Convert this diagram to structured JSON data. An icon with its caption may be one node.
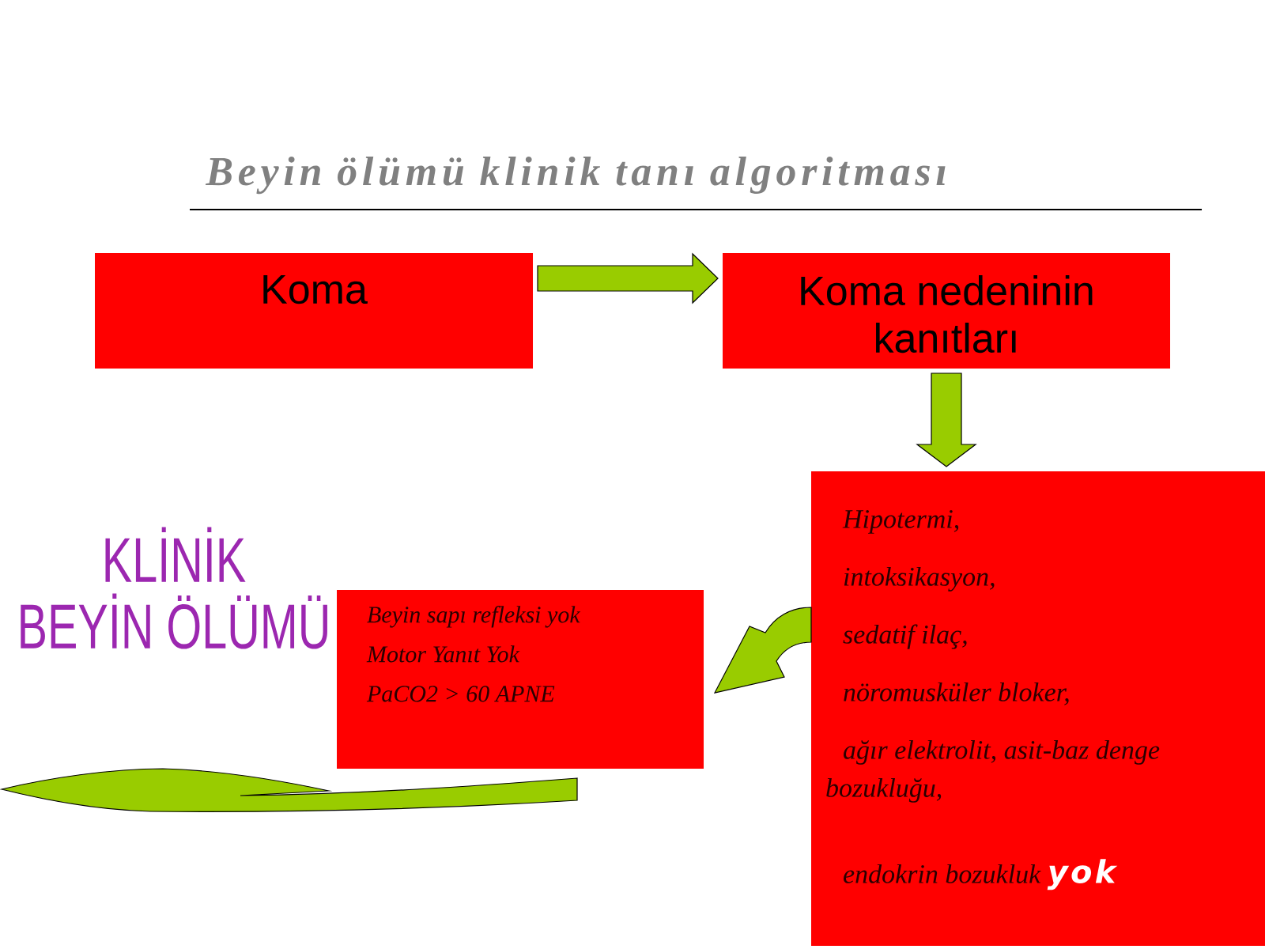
{
  "diagram": {
    "title": "Beyin ölümü klinik tanı algoritması",
    "nodes": [
      {
        "text": [
          "Koma"
        ]
      },
      {
        "text": [
          "Koma nedeninin kanıtları"
        ]
      },
      {
        "text": [
          "Hipotermi,",
          "intoksikasyon,",
          "sedatif ilaç,",
          "nöromusküler bloker,",
          "ağır elektrolit, asit-baz denge bozukluğu,",
          "endokrin bozukluk",
          "yok"
        ]
      },
      {
        "text": [
          "Beyin sapı refleksi yok",
          "Motor Yanıt Yok",
          "PaCO2 > 60 APNE"
        ]
      }
    ],
    "edges": [
      {
        "from": 0,
        "to": 1,
        "arrow": "to"
      },
      {
        "from": 1,
        "to": 2,
        "arrow": "to"
      },
      {
        "from": 2,
        "to": 3,
        "arrow": "to"
      },
      {
        "from": 3,
        "to": null,
        "arrow": "to"
      }
    ],
    "labels": [
      "KLİNİK BEYİN ÖLÜMÜ"
    ]
  }
}
